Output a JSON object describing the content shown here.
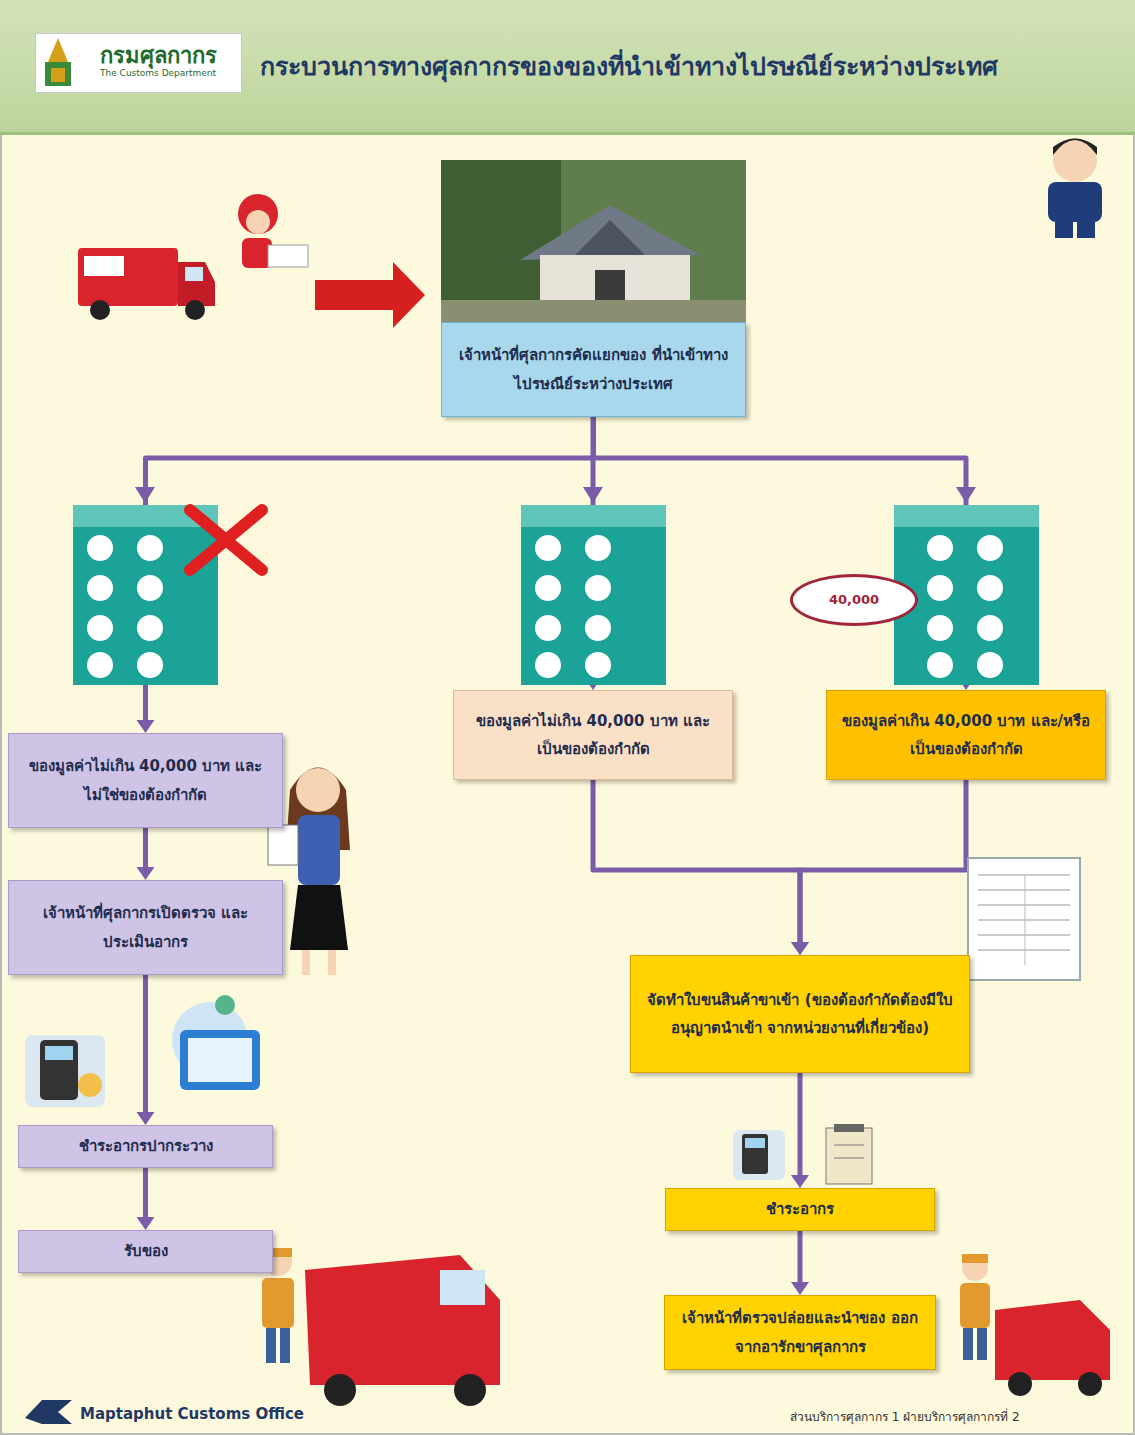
{
  "diagram": {
    "title": "กระบวนการทางศุลกากรของของที่นำเข้าทางไปรษณีย์ระหว่างประเทศ",
    "nodes": [
      {
        "text": [
          "เจ้าหน้าที่ศุลกากรคัดแยกของ ที่นำเข้าทางไปรษณีย์ระหว่างประเทศ"
        ]
      },
      {
        "text": [
          "40,000"
        ]
      },
      {
        "text": [
          "ของมูลค่าไม่เกิน 40,000 บาท และไม่ใช่ของต้องกำกัด"
        ]
      },
      {
        "text": [
          "ของมูลค่าไม่เกิน 40,000 บาท และเป็นของต้องกำกัด"
        ]
      },
      {
        "text": [
          "ของมูลค่าเกิน 40,000 บาท และ/หรือเป็นของต้องกำกัด"
        ]
      },
      {
        "text": [
          "เจ้าหน้าที่ศุลกากรเปิดตรวจ และประเมินอากร"
        ]
      },
      {
        "text": [
          "ชำระอากรปากระวาง"
        ]
      },
      {
        "text": [
          "รับของ"
        ]
      },
      {
        "text": [
          "จัดทำใบขนสินค้าขาเข้า (ของต้องกำกัดต้องมีใบอนุญาตนำเข้า จากหน่วยงานที่เกี่ยวข้อง)"
        ]
      },
      {
        "text": [
          "ชำระอากร"
        ]
      },
      {
        "text": [
          "เจ้าหน้าที่ตรวจปล่อยและนำของ ออกจากอารักขาศุลกากร"
        ]
      }
    ],
    "edges": [
      {
        "from": 0,
        "to": 2,
        "arrow": "to"
      },
      {
        "from": 0,
        "to": 3,
        "arrow": "to"
      },
      {
        "from": 0,
        "to": 4,
        "arrow": "to"
      },
      {
        "from": 2,
        "to": 5,
        "arrow": "to"
      },
      {
        "from": 5,
        "to": 6,
        "arrow": "to"
      },
      {
        "from": 6,
        "to": 7,
        "arrow": "to"
      },
      {
        "from": 3,
        "to": 8,
        "arrow": "to"
      },
      {
        "from": 4,
        "to": 8,
        "arrow": "to"
      },
      {
        "from": 8,
        "to": 9,
        "arrow": "to"
      },
      {
        "from": 9,
        "to": 10,
        "arrow": "to"
      }
    ],
    "labels": [
      "กรมศุลกากร",
      "The Customs Department",
      "Maptaphut Customs Office",
      "ส่วนบริการศุลกากร 1 ฝ่ายบริการศุลกากรที่ 2"
    ]
  }
}
